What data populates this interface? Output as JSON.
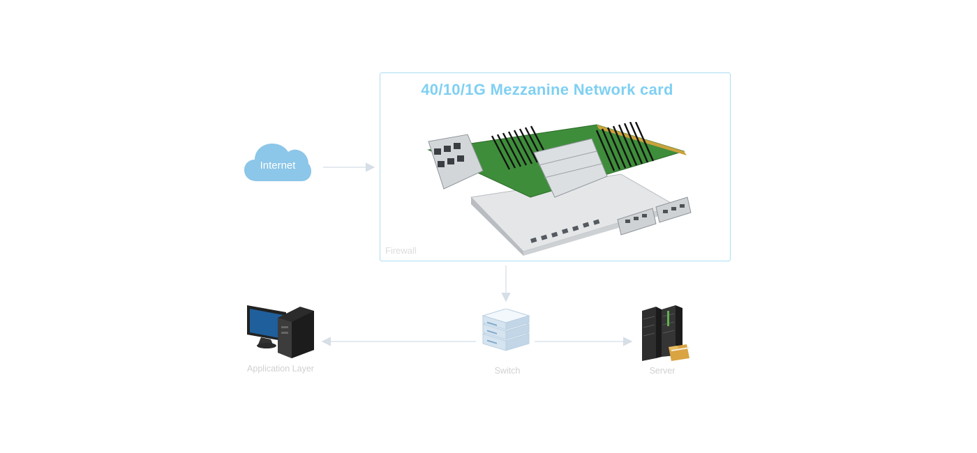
{
  "diagram": {
    "firewall_box": {
      "title": "40/10/1G Mezzanine Network card",
      "label": "Firewall"
    },
    "nodes": {
      "internet": {
        "label": "Internet",
        "icon": "cloud-icon"
      },
      "switch": {
        "label": "Switch",
        "icon": "switch-icon"
      },
      "application": {
        "label": "Application Layer",
        "icon": "desktop-computer-icon"
      },
      "server": {
        "label": "Server",
        "icon": "server-rack-icon"
      }
    },
    "colors": {
      "box_border": "#a9ddf3",
      "title": "#7fd0f2",
      "cloud": "#8cc6e8",
      "arrow": "#dbe3ea",
      "label": "#d0d0d0"
    }
  }
}
